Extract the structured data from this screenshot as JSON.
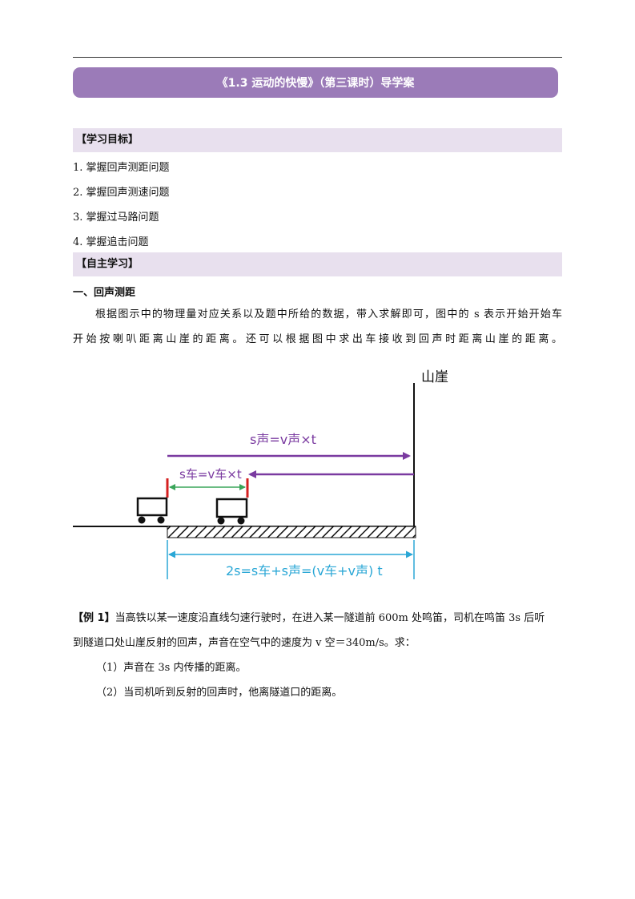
{
  "title": "《1.3 运动的快慢》（第三课时）导学案",
  "section1": {
    "heading": "【学习目标】",
    "items": [
      "1. 掌握回声测距问题",
      "2. 掌握回声测速问题",
      "3. 掌握过马路问题",
      "4. 掌握追击问题"
    ]
  },
  "section2": {
    "heading": "【自主学习】",
    "sub_heading": "一、回声测距",
    "para_line1": "根据图示中的物理量对应关系以及题中所给的数据，带入求解即可，图中的 s 表示开始开始车",
    "para_line2": "开始按喇叭距离山崖的距离。还可以根据图中求出车接收到回声时距离山崖的距离。"
  },
  "diagram": {
    "cliff_label": "山崖",
    "sound_label": "s声=v声×t",
    "car_label": "s车=v车×t",
    "total_label": "2s=s车+s声=(v车+v声) t",
    "colors": {
      "sound": "#7a3aa0",
      "car_arrow": "#3aa55a",
      "car_label": "#7a3aa0",
      "total": "#2aa7d6",
      "marker": "#d42020"
    }
  },
  "example": {
    "label": "【例 1】",
    "text_line1": "当高铁以某一速度沿直线匀速行驶时，在进入某一隧道前 600m 处鸣笛，司机在鸣笛 3s 后听",
    "text_line2": "到隧道口处山崖反射的回声，声音在空气中的速度为 v 空＝340m/s。求：",
    "q1": "（1）声音在 3s 内传播的距离。",
    "q2": "（2）当司机听到反射的回声时，他离隧道口的距离。"
  }
}
